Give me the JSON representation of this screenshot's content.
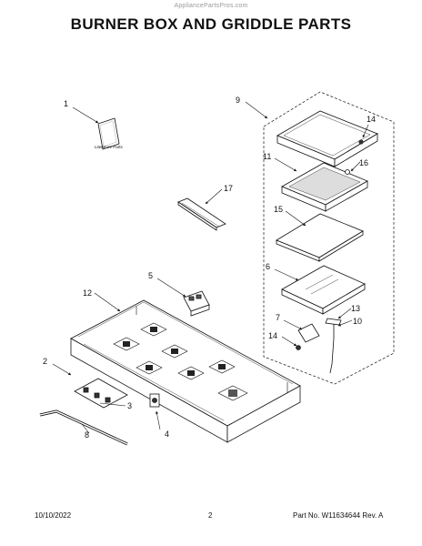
{
  "header": {
    "watermark": "AppliancePartsPros.com",
    "title": "BURNER BOX AND GRIDDLE PARTS"
  },
  "diagram": {
    "literature_label": "Literature Parts",
    "callouts": [
      "1",
      "2",
      "3",
      "4",
      "5",
      "6",
      "7",
      "8",
      "9",
      "10",
      "11",
      "12",
      "13",
      "14",
      "14",
      "15",
      "16",
      "17"
    ]
  },
  "footer": {
    "date": "10/10/2022",
    "page": "2",
    "part_number": "Part No. W11634644  Rev. A"
  }
}
